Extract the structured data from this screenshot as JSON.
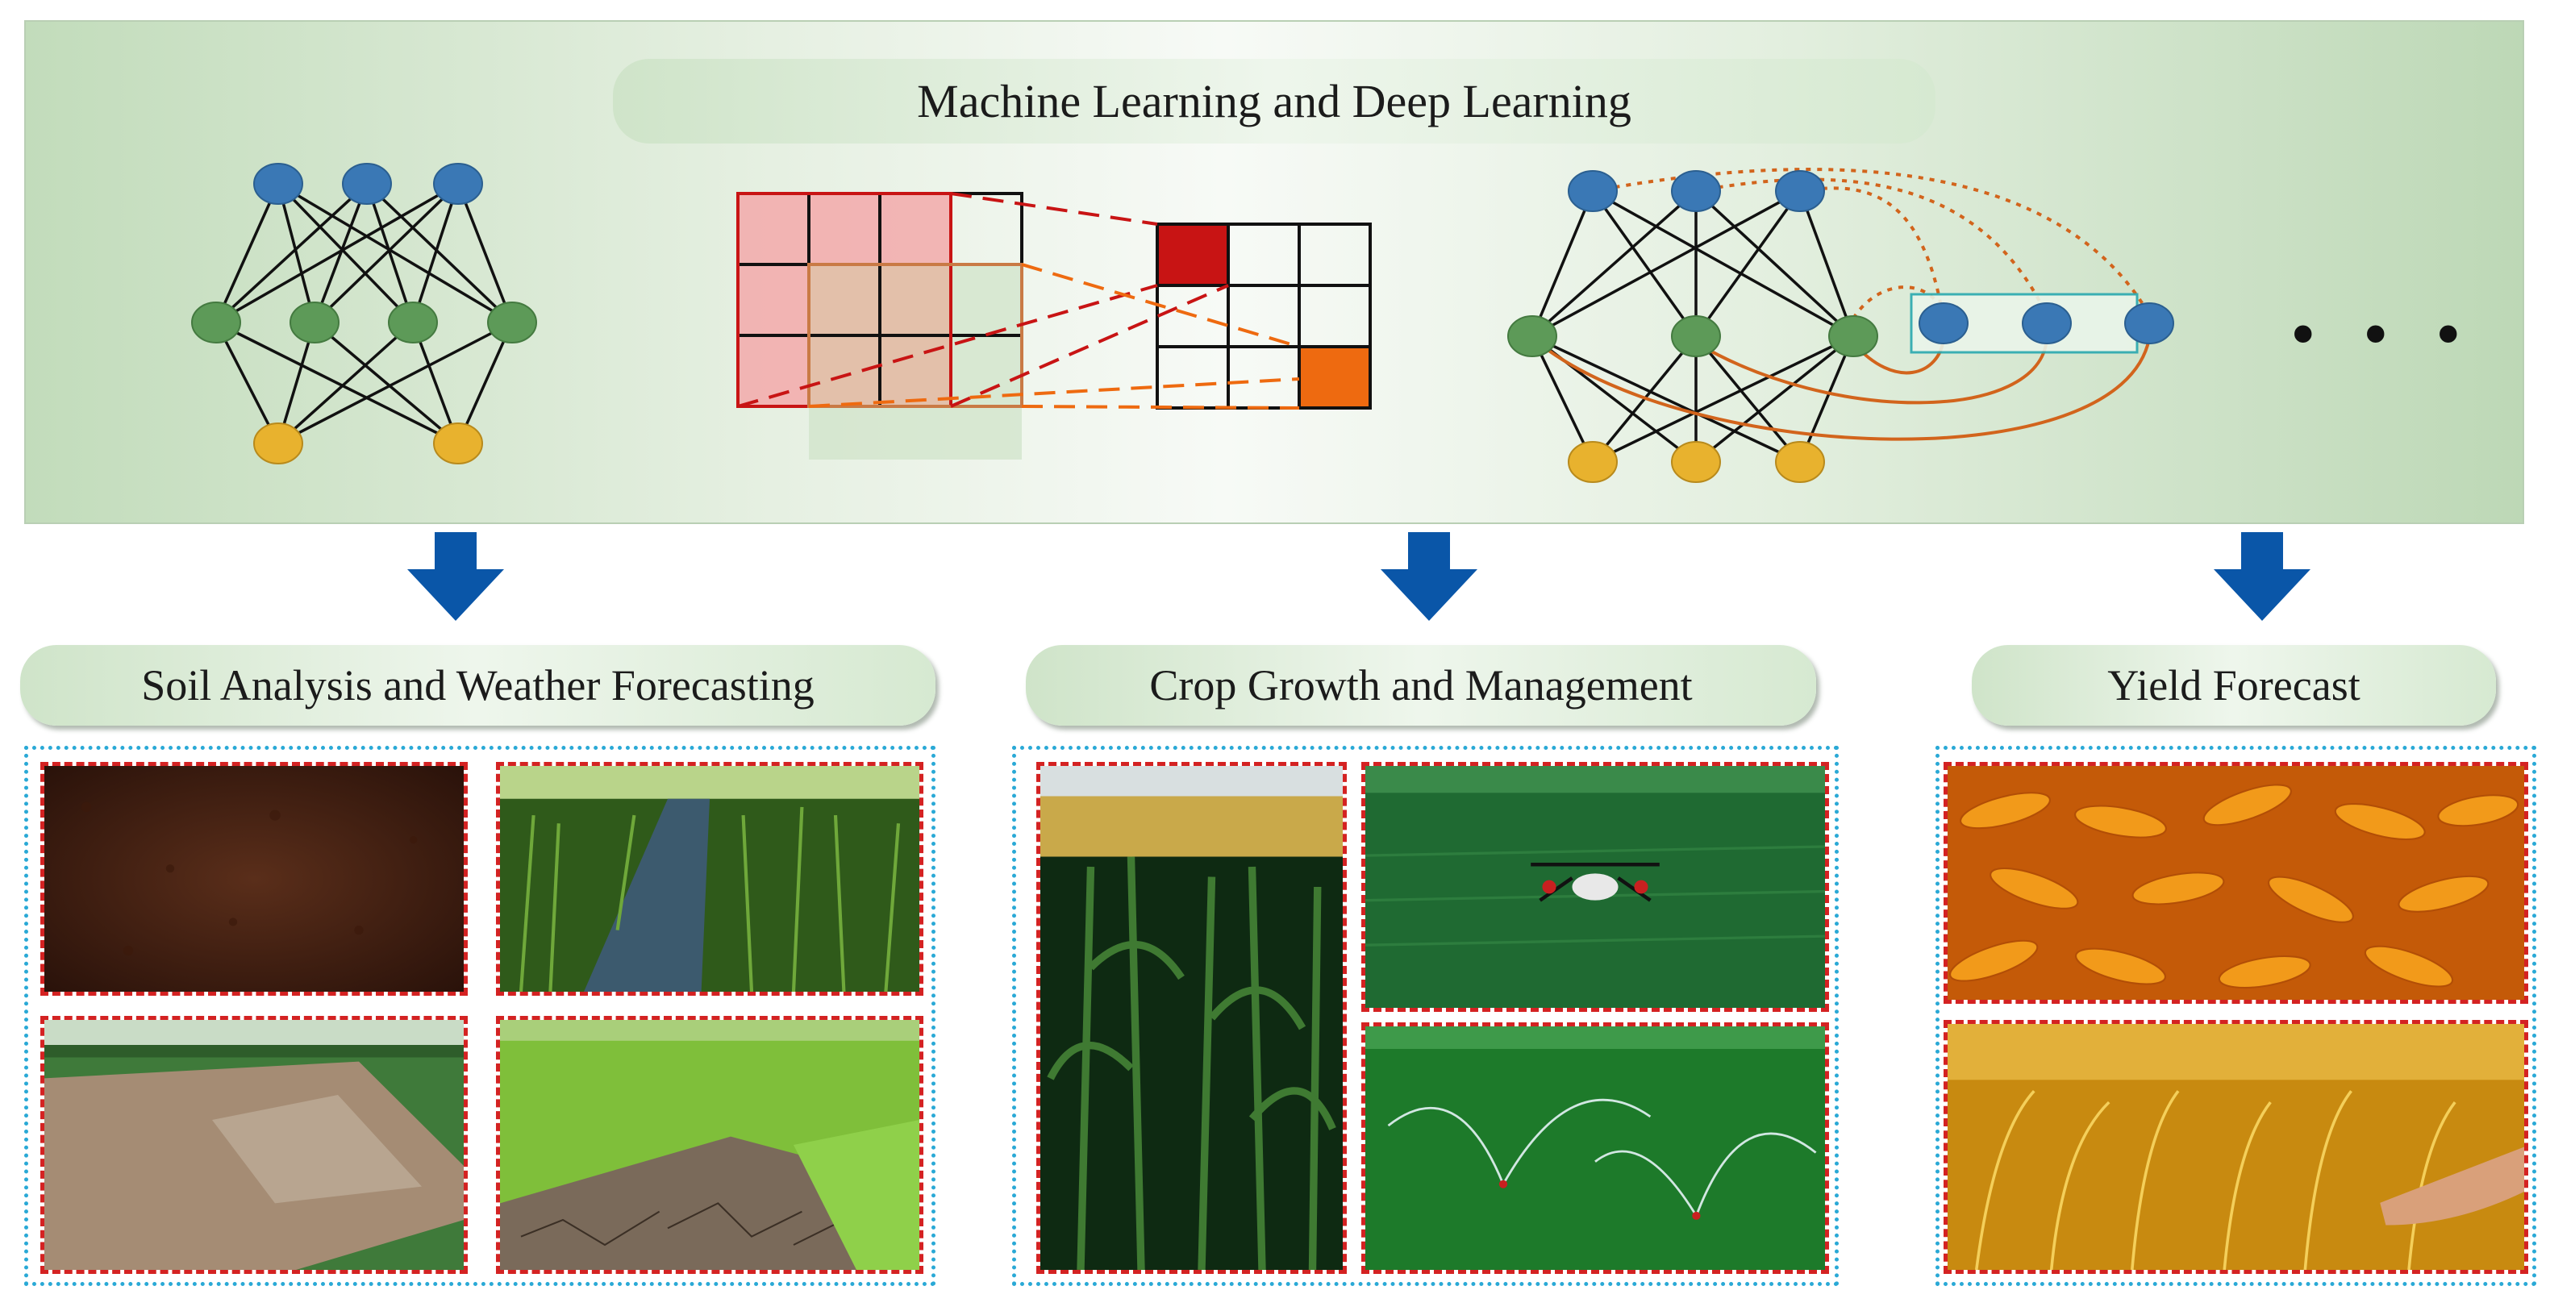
{
  "header": {
    "title": "Machine Learning and Deep Learning"
  },
  "sections": [
    {
      "label": "Soil Analysis and Weather Forecasting"
    },
    {
      "label": "Crop Growth and Management"
    },
    {
      "label": "Yield Forecast"
    }
  ],
  "colors": {
    "node_input": "#3a78b5",
    "node_hidden": "#5d9a58",
    "node_output": "#e8b22e",
    "arrow": "#0a56a8",
    "cnn_red": "#c81414",
    "cnn_orange": "#ee6a10",
    "photo_border": "#d42222",
    "group_border": "#2aa9d6"
  },
  "more_indicator": "• • •"
}
